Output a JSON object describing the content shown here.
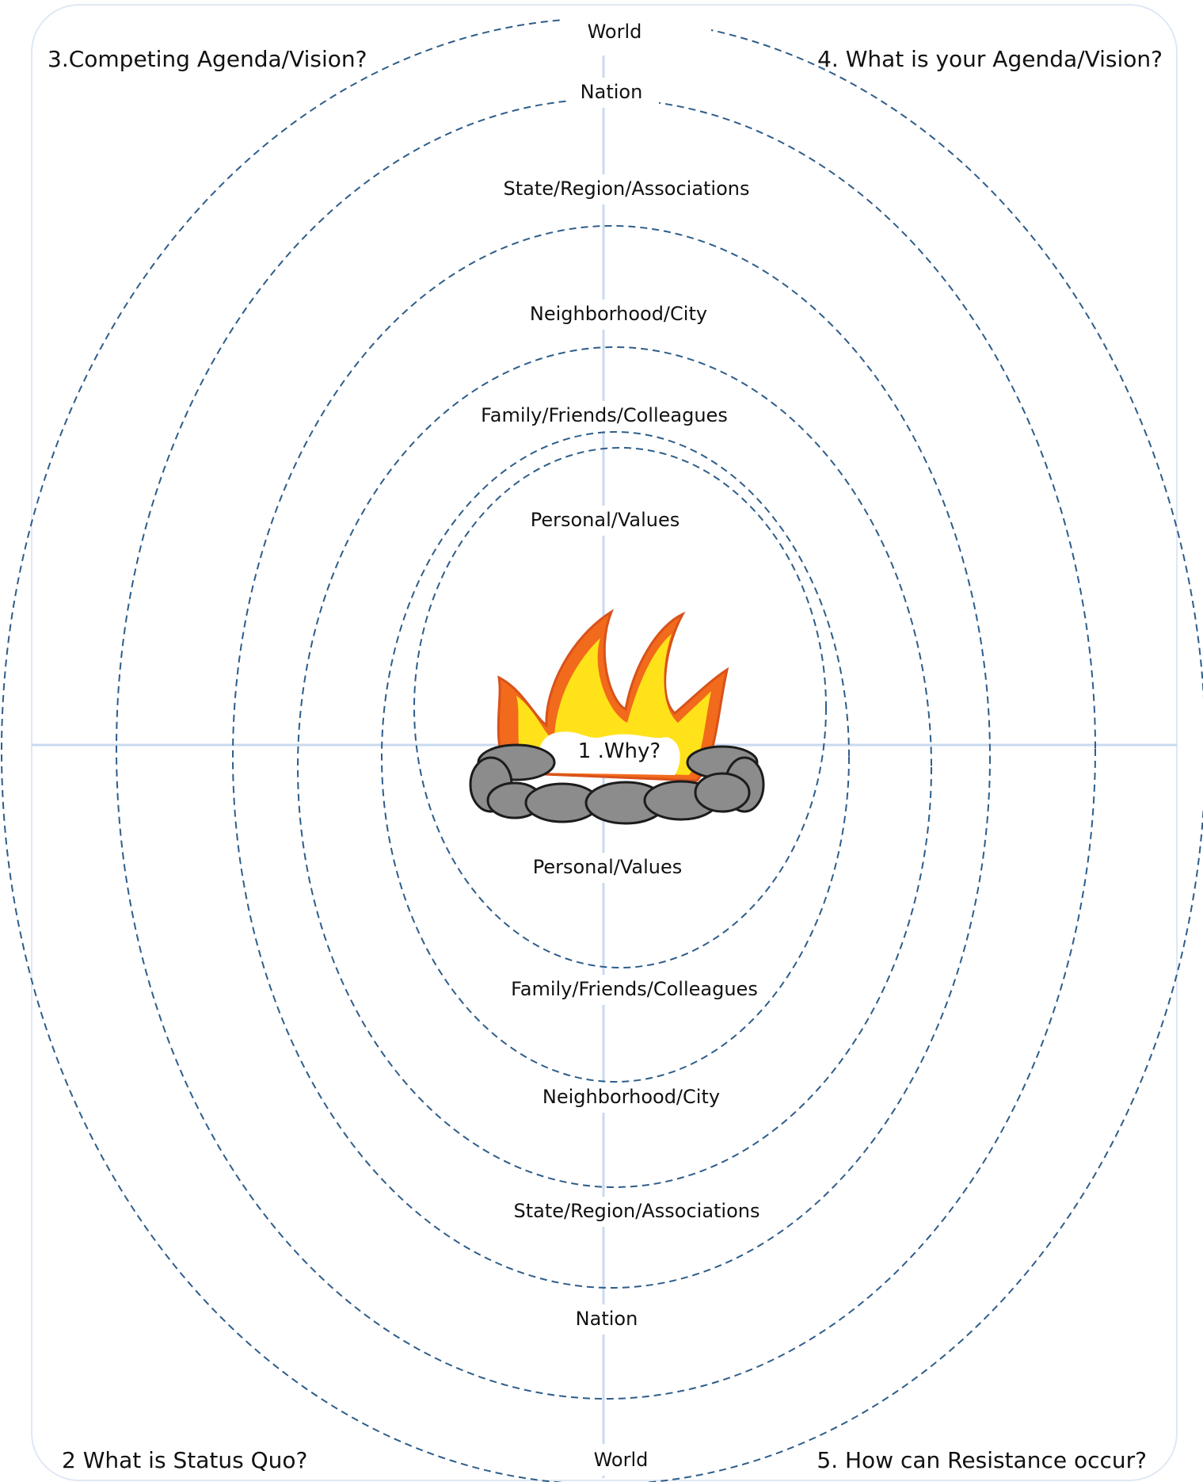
{
  "corners": {
    "top_left": "3.Competing Agenda/Vision?",
    "top_right": "4. What is your Agenda/Vision?",
    "bottom_left": "2 What is Status Quo?",
    "bottom_right": "5. How can Resistance occur?"
  },
  "center_label": "1 .Why?",
  "rings_top": {
    "world": "World",
    "nation": "Nation",
    "state": "State/Region/Associations",
    "neighborhood": "Neighborhood/City",
    "family": "Family/Friends/Colleagues",
    "personal": "Personal/Values"
  },
  "rings_bottom": {
    "personal": "Personal/Values",
    "family": "Family/Friends/Colleagues",
    "neighborhood": "Neighborhood/City",
    "state": "State/Region/Associations",
    "nation": "Nation",
    "world": "World"
  },
  "colors": {
    "ring_stroke": "#2e5d8a",
    "axis": "#c9daef",
    "flame_outer": "#f26a1b",
    "flame_mid": "#ffe21a",
    "stone": "#8c8c8c"
  }
}
